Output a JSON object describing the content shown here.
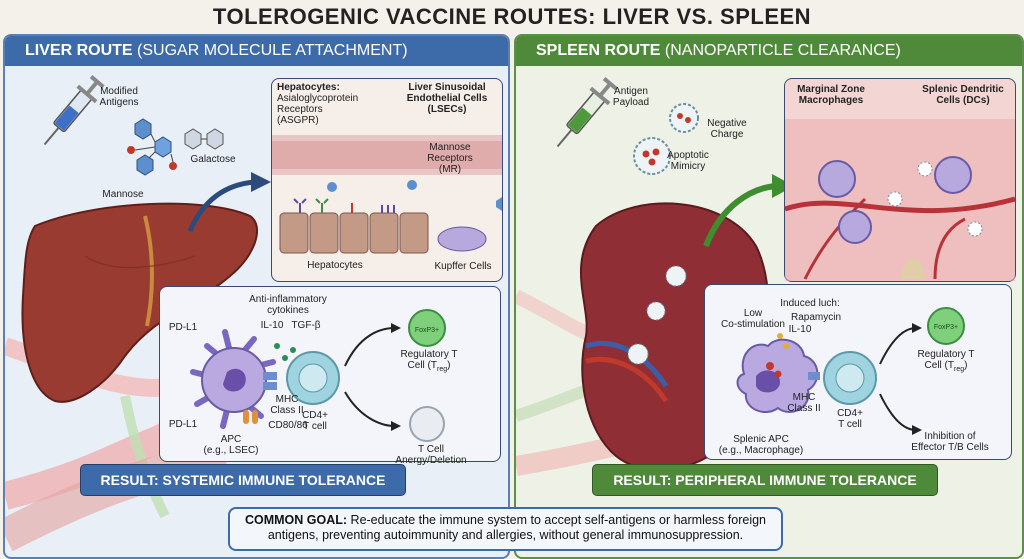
{
  "title": "TOLEROGENIC VACCINE ROUTES: LIVER VS. SPLEEN",
  "liver": {
    "header_bold": "LIVER ROUTE",
    "header_sub": "(SUGAR MOLECULE ATTACHMENT)",
    "modified_antigens": "Modified\nAntigens",
    "galactose": "Galactose",
    "mannose": "Mannose",
    "hepatocytes_receptors": "Hepatocytes:",
    "asgpr": "Asialoglycoprotein\nReceptors\n(ASGPR)",
    "lsec_title": "Liver Sinusoidal\nEndothelial Cells\n(LSECs)",
    "mannose_receptors": "Mannose\nReceptors\n(MR)",
    "hepatocytes": "Hepatocytes",
    "kupffer": "Kupffer Cells",
    "cytokines": "Anti-inflammatory\ncytokines",
    "il10": "IL-10",
    "tgfb": "TGF-β",
    "pdl1_top": "PD-L1",
    "pdl1_bottom": "PD-L1",
    "mhc": "MHC\nClass II",
    "cd80": "CD80/86",
    "cd4": "CD4+\nT cell",
    "apc": "APC\n(e.g., LSEC)",
    "foxp3": "FoxP3+",
    "treg": "Regulatory T\nCell (T",
    "treg_sub": "reg",
    "anergy": "T Cell\nAnergy/Deletion",
    "result": "RESULT: SYSTEMIC IMMUNE TOLERANCE"
  },
  "spleen": {
    "header_bold": "SPLEEN ROUTE",
    "header_sub": "(NANOPARTICLE CLEARANCE)",
    "antigen_payload": "Antigen\nPayload",
    "negative_charge": "Negative\nCharge",
    "apoptotic": "Apoptotic\nMimicry",
    "mz_macrophages": "Marginal Zone\nMacrophages",
    "splenic_dc": "Splenic Dendritic\nCells (DCs)",
    "low_costim": "Low\nCo-stimulation",
    "induced": "Induced luch:",
    "rapamycin": "Rapamycin",
    "il10": "IL-10",
    "mhc": "MHC\nClass II",
    "cd4": "CD4+\nT cell",
    "splenic_apc": "Splenic APC\n(e.g., Macrophage)",
    "foxp3": "FoxP3+",
    "treg": "Regulatory T\nCell (T",
    "treg_sub": "reg",
    "inhibition": "Inhibition of\nEffector T/B Cells",
    "result": "RESULT: PERIPHERAL IMMUNE TOLERANCE"
  },
  "goal": {
    "label": "COMMON GOAL:",
    "text": " Re-educate the immune system to accept self-antigens or harmless foreign antigens, preventing autoimmunity and allergies, without general immunosuppression."
  },
  "colors": {
    "liver_accent": "#3d6aa8",
    "spleen_accent": "#4f8a3a",
    "organ": "#9a3b32",
    "apc": "#b9a9e0",
    "tcell": "#9fd3df",
    "treg": "#7fd07a"
  }
}
